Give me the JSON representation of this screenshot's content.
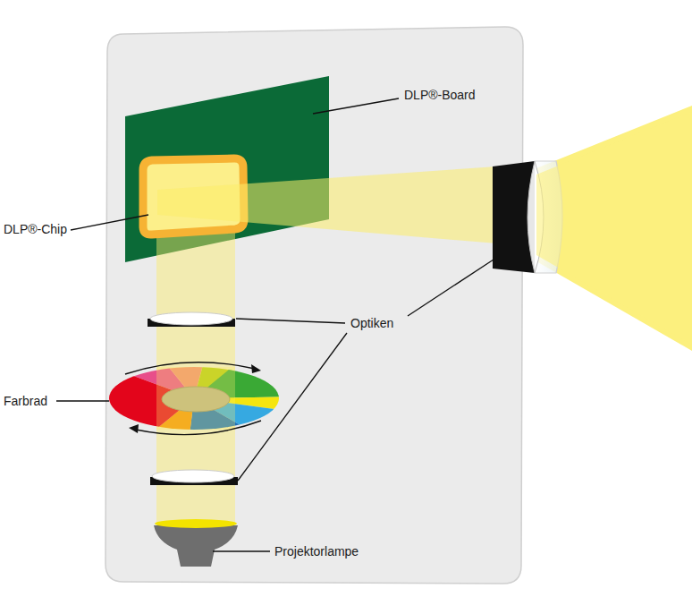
{
  "diagram": {
    "labels": [
      "DLP®-Board",
      "DLP®-Chip",
      "Optiken",
      "Farbrad",
      "Projektorlampe"
    ]
  }
}
